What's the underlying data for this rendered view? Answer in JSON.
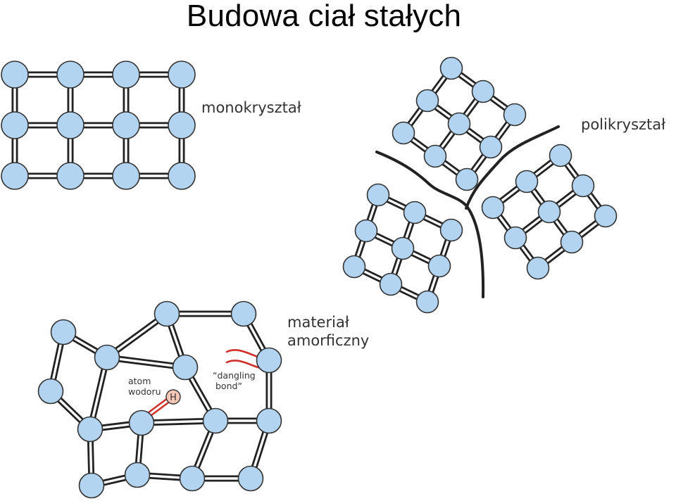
{
  "title": "Budowa ciał stałych",
  "labels": {
    "monocrystal": "monokryształ",
    "polycrystal": "polikryształ",
    "amorphous_line1": "materiał",
    "amorphous_line2": "amorficzny",
    "hydrogen_line1": "atom",
    "hydrogen_line2": "wodoru",
    "dangling_line1": "“dangling",
    "dangling_line2": "bond”",
    "hydrogen_symbol": "H"
  },
  "colors": {
    "atom_fill": "#b3d4f0",
    "atom_stroke": "#333333",
    "bond_stroke": "#222222",
    "hydrogen_fill": "#f6c6b6",
    "hydrogen_bond": "#d0302a",
    "grain_boundary": "#222222"
  }
}
